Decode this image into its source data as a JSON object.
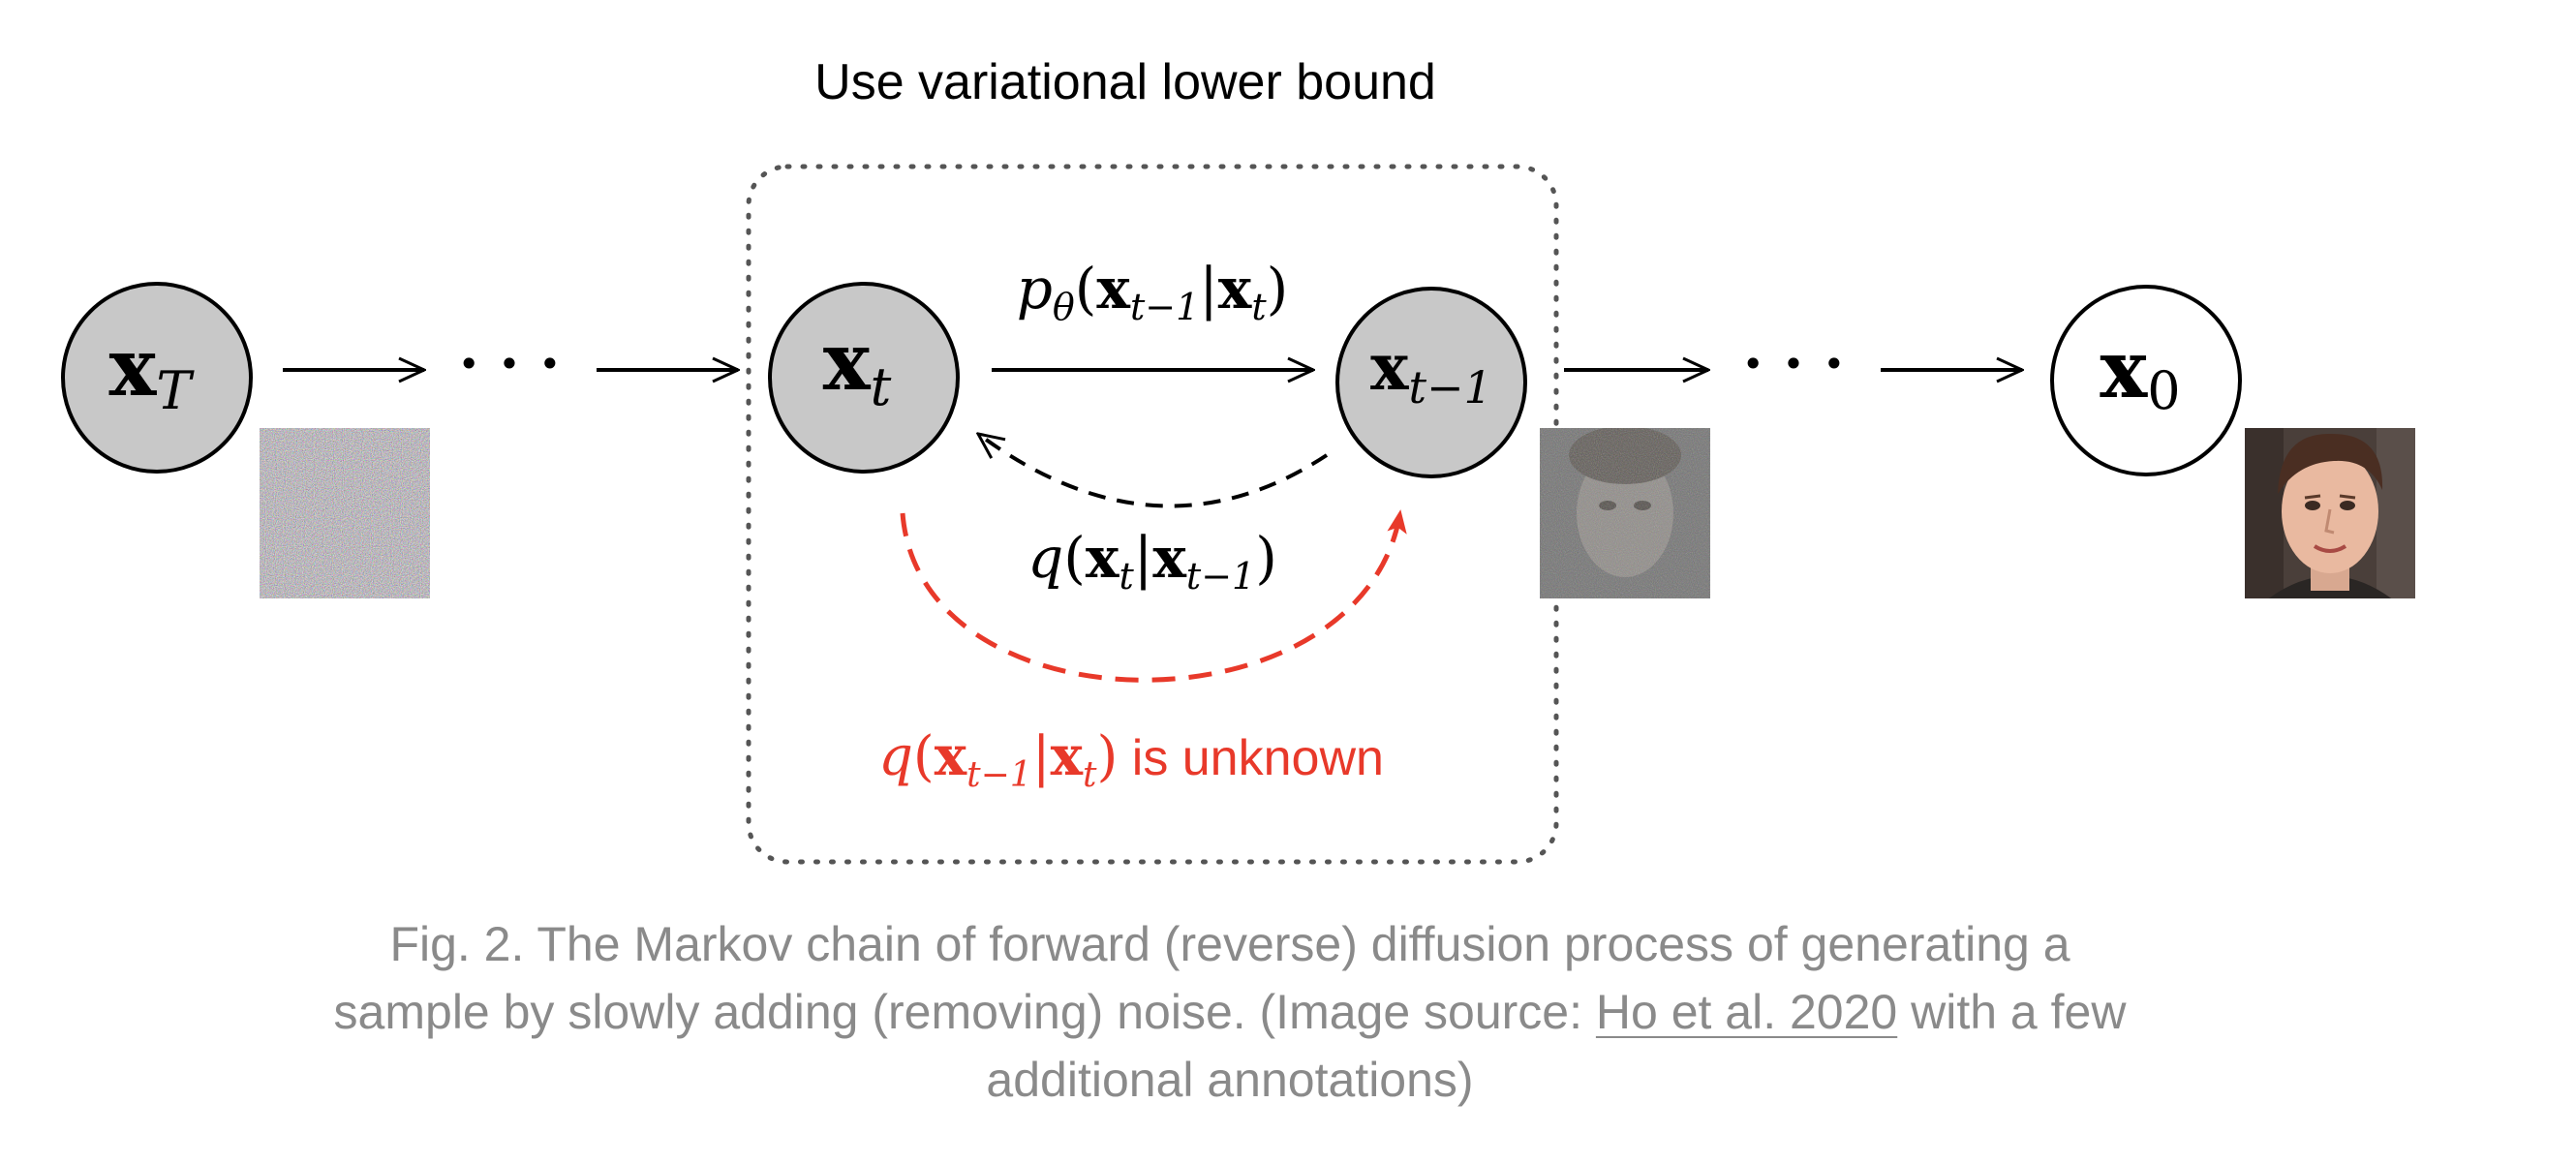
{
  "top_label": "Use variational lower bound",
  "nodes": {
    "xT": {
      "base": "x",
      "sub": "T"
    },
    "xt": {
      "base": "x",
      "sub": "t"
    },
    "xt1": {
      "base": "x",
      "sub": "t−1"
    },
    "x0": {
      "base": "x",
      "sub": "0"
    }
  },
  "dots": "· · ·",
  "labels": {
    "p_theta": {
      "f": "p",
      "fsub": "θ",
      "open": "(",
      "a": "x",
      "asub": "t−1",
      "bar": "|",
      "b": "x",
      "bsub": "t",
      "close": ")"
    },
    "q_forward": {
      "f": "q",
      "open": "(",
      "a": "x",
      "asub": "t",
      "bar": "|",
      "b": "x",
      "bsub": "t−1",
      "close": ")"
    },
    "q_unknown": {
      "f": "q",
      "open": "(",
      "a": "x",
      "asub": "t−1",
      "bar": "|",
      "b": "x",
      "bsub": "t",
      "close": ")",
      "suffix": " is unknown"
    }
  },
  "colors": {
    "node_fill": "#c8c8c8",
    "stroke": "#000000",
    "red": "#e8392a",
    "box": "#555555",
    "caption": "#8a8a8a"
  },
  "images": [
    {
      "name": "pure-noise-image",
      "kind": "noise"
    },
    {
      "name": "noisy-face-image",
      "kind": "noisy-face"
    },
    {
      "name": "clean-face-image",
      "kind": "face"
    }
  ],
  "caption": {
    "before": "Fig. 2. The Markov chain of forward (reverse) diffusion process of generating a sample by slowly adding (removing) noise. (Image source: ",
    "link": "Ho et al. 2020",
    "after": " with a few additional annotations)"
  }
}
